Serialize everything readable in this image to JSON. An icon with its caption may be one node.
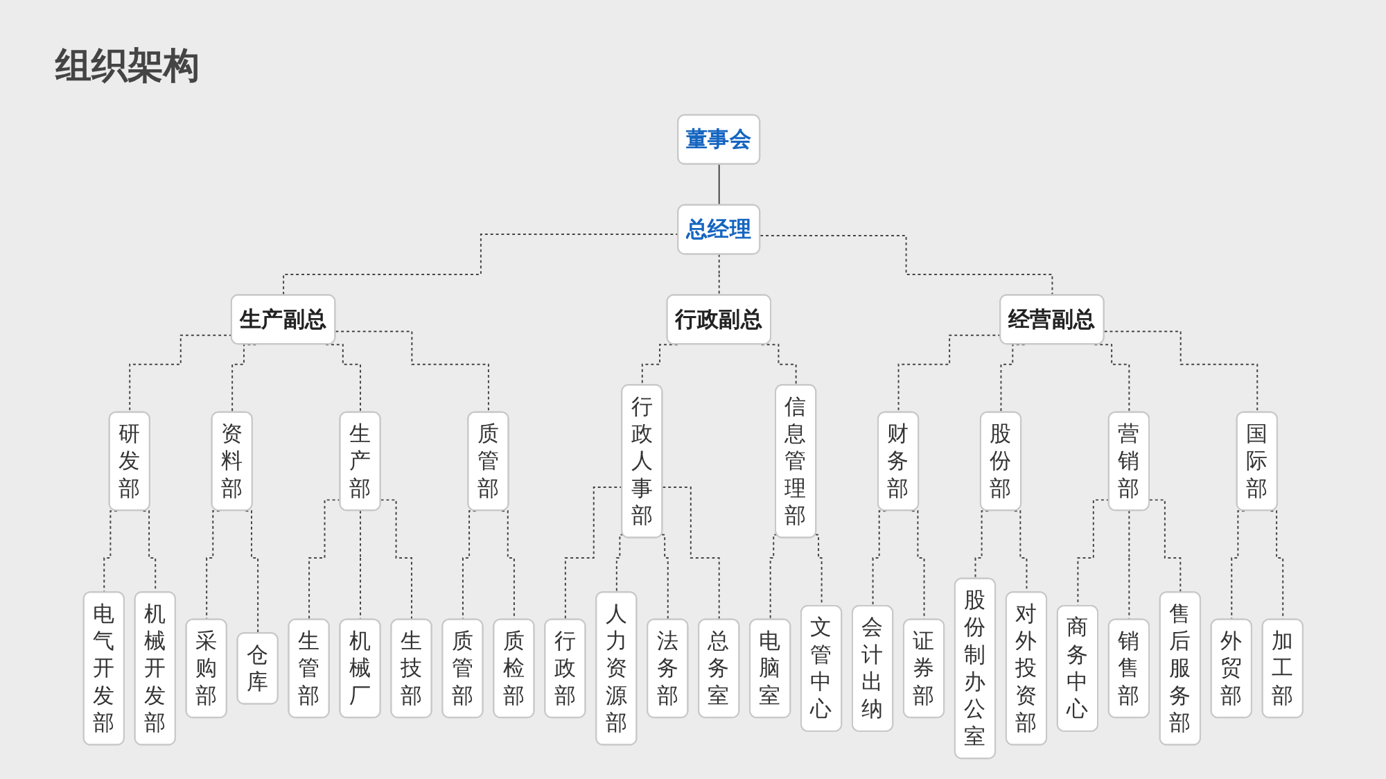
{
  "diagram": {
    "title": "组织架构",
    "nodes": [
      {
        "text": [
          "董事会"
        ]
      },
      {
        "text": [
          "总经理"
        ]
      },
      {
        "text": [
          "生产副总"
        ]
      },
      {
        "text": [
          "行政副总"
        ]
      },
      {
        "text": [
          "经营副总"
        ]
      },
      {
        "text": [
          "研发部"
        ]
      },
      {
        "text": [
          "资料部"
        ]
      },
      {
        "text": [
          "生产部"
        ]
      },
      {
        "text": [
          "质管部"
        ]
      },
      {
        "text": [
          "行政人事部"
        ]
      },
      {
        "text": [
          "信息管理部"
        ]
      },
      {
        "text": [
          "财务部"
        ]
      },
      {
        "text": [
          "股份部"
        ]
      },
      {
        "text": [
          "营销部"
        ]
      },
      {
        "text": [
          "国际部"
        ]
      },
      {
        "text": [
          "电气开发部"
        ]
      },
      {
        "text": [
          "机械开发部"
        ]
      },
      {
        "text": [
          "采购部"
        ]
      },
      {
        "text": [
          "仓库"
        ]
      },
      {
        "text": [
          "生管部"
        ]
      },
      {
        "text": [
          "机械厂"
        ]
      },
      {
        "text": [
          "生技部"
        ]
      },
      {
        "text": [
          "质管部"
        ]
      },
      {
        "text": [
          "质检部"
        ]
      },
      {
        "text": [
          "行政部"
        ]
      },
      {
        "text": [
          "人力资源部"
        ]
      },
      {
        "text": [
          "法务部"
        ]
      },
      {
        "text": [
          "总务室"
        ]
      },
      {
        "text": [
          "电脑室"
        ]
      },
      {
        "text": [
          "文管中心"
        ]
      },
      {
        "text": [
          "会计出纳"
        ]
      },
      {
        "text": [
          "证券部"
        ]
      },
      {
        "text": [
          "股份制办公室"
        ]
      },
      {
        "text": [
          "对外投资部"
        ]
      },
      {
        "text": [
          "商务中心"
        ]
      },
      {
        "text": [
          "销售部"
        ]
      },
      {
        "text": [
          "售后服务部"
        ]
      },
      {
        "text": [
          "外贸部"
        ]
      },
      {
        "text": [
          "加工部"
        ]
      }
    ],
    "edges": [
      {
        "from": 0,
        "to": 1,
        "arrow": "none"
      },
      {
        "from": 1,
        "to": 2,
        "arrow": "none",
        "style": "dashed"
      },
      {
        "from": 1,
        "to": 3,
        "arrow": "none",
        "style": "dashed"
      },
      {
        "from": 1,
        "to": 4,
        "arrow": "none",
        "style": "dashed"
      },
      {
        "from": 2,
        "to": 5,
        "arrow": "none",
        "style": "dashed"
      },
      {
        "from": 2,
        "to": 6,
        "arrow": "none",
        "style": "dashed"
      },
      {
        "from": 2,
        "to": 7,
        "arrow": "none",
        "style": "dashed"
      },
      {
        "from": 2,
        "to": 8,
        "arrow": "none",
        "style": "dashed"
      },
      {
        "from": 3,
        "to": 9,
        "arrow": "none",
        "style": "dashed"
      },
      {
        "from": 3,
        "to": 10,
        "arrow": "none",
        "style": "dashed"
      },
      {
        "from": 4,
        "to": 11,
        "arrow": "none",
        "style": "dashed"
      },
      {
        "from": 4,
        "to": 12,
        "arrow": "none",
        "style": "dashed"
      },
      {
        "from": 4,
        "to": 13,
        "arrow": "none",
        "style": "dashed"
      },
      {
        "from": 4,
        "to": 14,
        "arrow": "none",
        "style": "dashed"
      },
      {
        "from": 5,
        "to": 15,
        "arrow": "none",
        "style": "dashed"
      },
      {
        "from": 5,
        "to": 16,
        "arrow": "none",
        "style": "dashed"
      },
      {
        "from": 6,
        "to": 17,
        "arrow": "none",
        "style": "dashed"
      },
      {
        "from": 6,
        "to": 18,
        "arrow": "none",
        "style": "dashed"
      },
      {
        "from": 7,
        "to": 19,
        "arrow": "none",
        "style": "dashed"
      },
      {
        "from": 7,
        "to": 20,
        "arrow": "none",
        "style": "dashed"
      },
      {
        "from": 7,
        "to": 21,
        "arrow": "none",
        "style": "dashed"
      },
      {
        "from": 8,
        "to": 22,
        "arrow": "none",
        "style": "dashed"
      },
      {
        "from": 8,
        "to": 23,
        "arrow": "none",
        "style": "dashed"
      },
      {
        "from": 9,
        "to": 24,
        "arrow": "none",
        "style": "dashed"
      },
      {
        "from": 9,
        "to": 25,
        "arrow": "none",
        "style": "dashed"
      },
      {
        "from": 9,
        "to": 26,
        "arrow": "none",
        "style": "dashed"
      },
      {
        "from": 9,
        "to": 27,
        "arrow": "none",
        "style": "dashed"
      },
      {
        "from": 10,
        "to": 28,
        "arrow": "none",
        "style": "dashed"
      },
      {
        "from": 10,
        "to": 29,
        "arrow": "none",
        "style": "dashed"
      },
      {
        "from": 11,
        "to": 30,
        "arrow": "none",
        "style": "dashed"
      },
      {
        "from": 11,
        "to": 31,
        "arrow": "none",
        "style": "dashed"
      },
      {
        "from": 12,
        "to": 32,
        "arrow": "none",
        "style": "dashed"
      },
      {
        "from": 12,
        "to": 33,
        "arrow": "none",
        "style": "dashed"
      },
      {
        "from": 13,
        "to": 34,
        "arrow": "none",
        "style": "dashed"
      },
      {
        "from": 13,
        "to": 35,
        "arrow": "none",
        "style": "dashed"
      },
      {
        "from": 13,
        "to": 36,
        "arrow": "none",
        "style": "dashed"
      },
      {
        "from": 14,
        "to": 37,
        "arrow": "none",
        "style": "dashed"
      },
      {
        "from": 14,
        "to": 38,
        "arrow": "none",
        "style": "dashed"
      }
    ]
  }
}
